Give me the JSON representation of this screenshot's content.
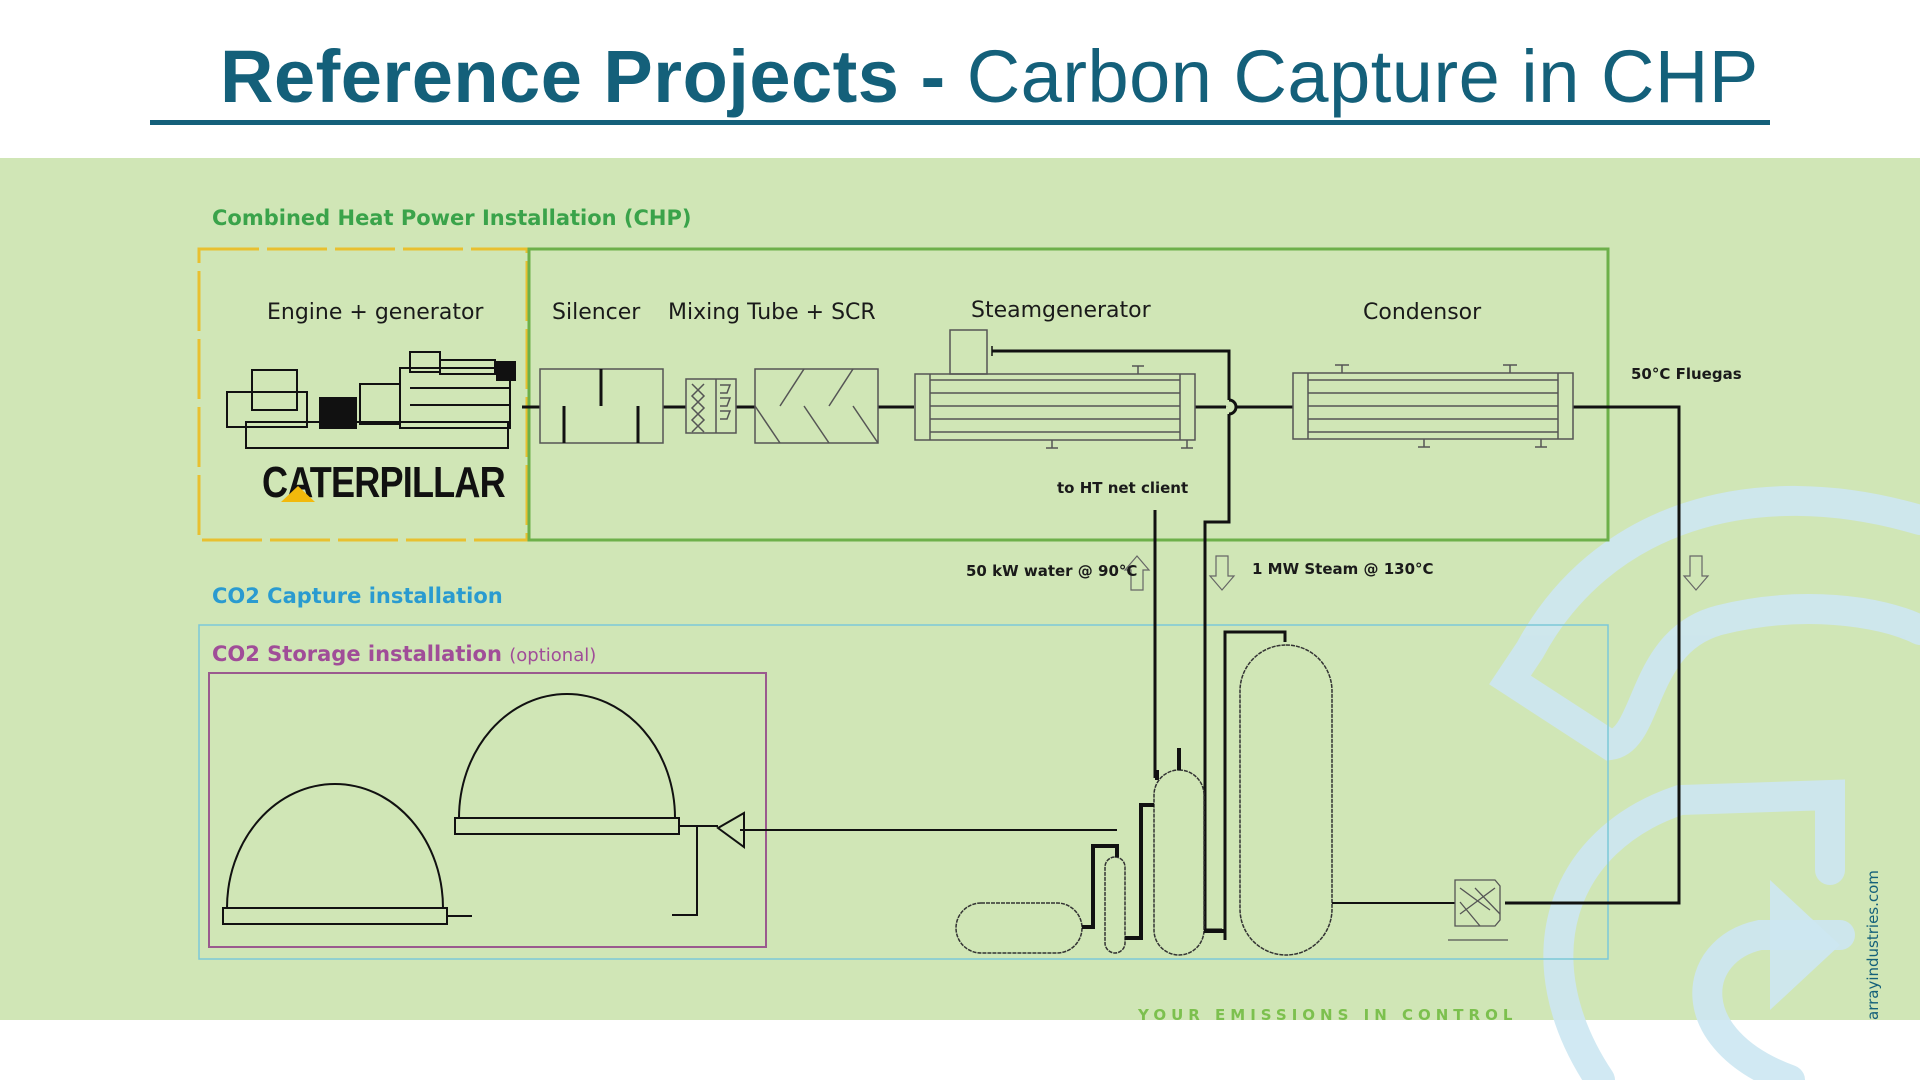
{
  "header": {
    "title_bold": "Reference Projects -",
    "title_light": "Carbon Capture in CHP"
  },
  "sections": {
    "chp": "Combined Heat Power Installation (CHP)",
    "capture": "CO2 Capture installation",
    "storage": "CO2 Storage installation",
    "storage_optional": "(optional)"
  },
  "components": {
    "engine": "Engine + generator",
    "brand": "CATERPILLAR",
    "silencer": "Silencer",
    "mixing": "Mixing Tube + SCR",
    "steamgen": "Steamgenerator",
    "condensor": "Condensor"
  },
  "flows": {
    "fluegas": "50°C Fluegas",
    "ht_net": "to HT net client",
    "water": "50 kW water @ 90°C",
    "steam": "1 MW Steam @ 130°C"
  },
  "colors": {
    "title": "#14607a",
    "band": "#d0e6b6",
    "chp": "#3aa34a",
    "capture": "#2a9bd0",
    "storage": "#a04d98",
    "engine_box": "#e8c030",
    "tagline": "#7cc04e"
  },
  "footer": {
    "tagline": "YOUR EMISSIONS IN CONTROL",
    "website": "arrayindustries.com"
  }
}
